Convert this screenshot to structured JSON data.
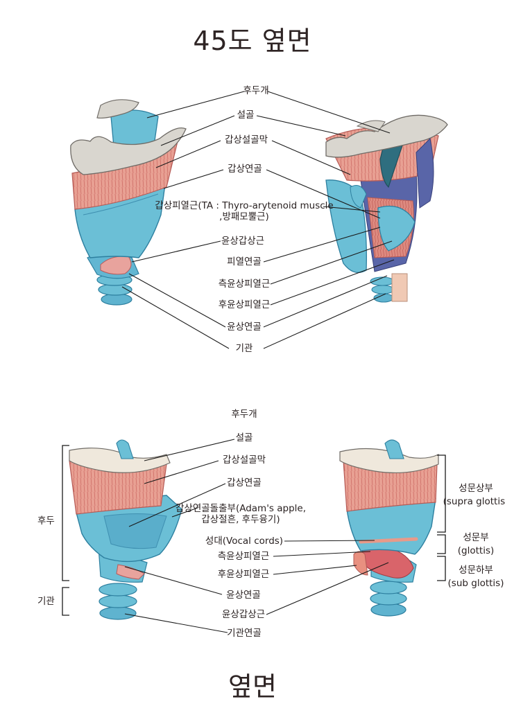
{
  "titles": {
    "top": "45도 옆면",
    "bottom": "옆면"
  },
  "top_labels": {
    "epiglottis": "후두개",
    "hyoid": "설골",
    "thyrohyoid_membrane": "갑상설골막",
    "thyroid_cartilage": "갑상연골",
    "ta_muscle_line1": "갑상피열근(TA : Thyro-arytenoid muscle",
    "ta_muscle_line2": ",방패모뿔근)",
    "cricothyroid": "윤상갑상근",
    "arytenoid": "피열연골",
    "lateral_cricoarytenoid": "측윤상피열근",
    "posterior_cricoarytenoid": "후윤상피열근",
    "cricoid": "윤상연골",
    "trachea": "기관"
  },
  "bottom_labels": {
    "epiglottis": "후두개",
    "hyoid": "설골",
    "thyrohyoid_membrane": "갑상설골막",
    "thyroid_cartilage": "갑상연골",
    "adams_apple_line1": "갑상연골돌출부(Adam's apple,",
    "adams_apple_line2": "갑상절흔, 후두융기)",
    "vocal_cords": "성대(Vocal cords)",
    "lateral_cricoarytenoid": "측윤상피열근",
    "posterior_cricoarytenoid": "후윤상피열근",
    "cricoid": "윤상연골",
    "cricothyroid": "윤상갑상근",
    "tracheal_cartilage": "기관연골"
  },
  "brackets_left": {
    "larynx": "후두",
    "trachea": "기관"
  },
  "brackets_right": {
    "supra_line1": "성문상부",
    "supra_line2": "(supra glottis)",
    "glottis_line1": "성문부",
    "glottis_line2": "(glottis)",
    "sub_line1": "성문하부",
    "sub_line2": "(sub glottis)"
  },
  "colors": {
    "cartilage_blue": "#6bbfd6",
    "cartilage_blue_dark": "#3f8fb0",
    "bone": "#d9d6cf",
    "muscle_pink": "#e6968a",
    "muscle_red": "#d9646a",
    "line": "#1a1a1a"
  }
}
